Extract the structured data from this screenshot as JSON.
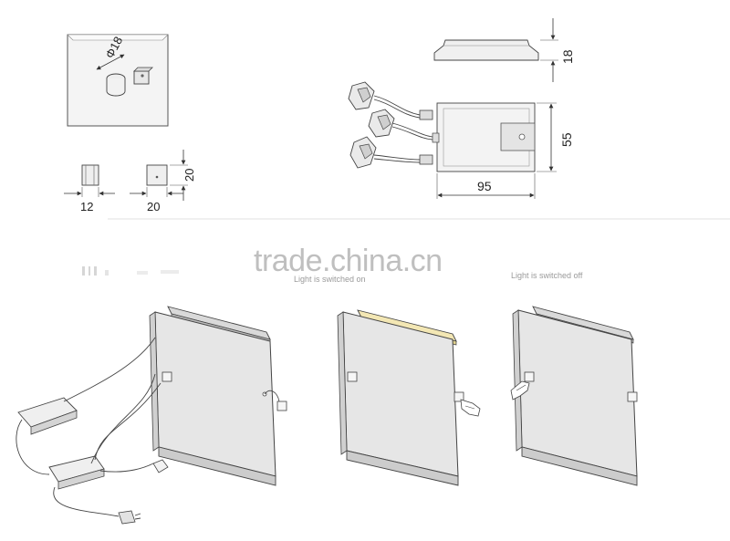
{
  "dimensions": {
    "switch_diameter": "Φ18",
    "switch_width": "12",
    "switch_side": "20",
    "switch_height": "20",
    "driver_height": "18",
    "driver_depth": "55",
    "driver_length": "95"
  },
  "watermark": "trade.china.cn",
  "captions": {
    "panel_2": "Light is switched on",
    "panel_3": "Light is switched off"
  },
  "colors": {
    "line": "#333333",
    "panel_face": "#e6e6e6",
    "panel_edge": "#c8c8c8",
    "led_glow": "#f3e7b4",
    "watermark": "#bfbfbf"
  }
}
